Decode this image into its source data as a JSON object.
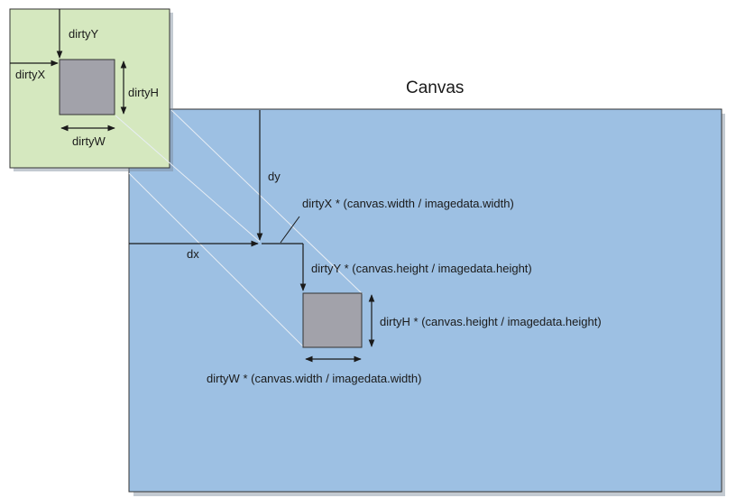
{
  "canvas_title": "Canvas",
  "imagedata_labels": {
    "dirty_y": "dirtyY",
    "dirty_x": "dirtyX",
    "dirty_h": "dirtyH",
    "dirty_w": "dirtyW"
  },
  "canvas_labels": {
    "dy": "dy",
    "dx": "dx",
    "dirty_x_scaled": "dirtyX * (canvas.width / imagedata.width)",
    "dirty_y_scaled": "dirtyY * (canvas.height / imagedata.height)",
    "dirty_h_scaled": "dirtyH * (canvas.height / imagedata.height)",
    "dirty_w_scaled": "dirtyW * (canvas.width / imagedata.width)"
  },
  "colors": {
    "canvas_fill": "#9dc0e3",
    "imagedata_fill": "#d5e8bf",
    "dirty_rect_fill": "#a2a2aa",
    "stroke": "#1a1a1a"
  }
}
